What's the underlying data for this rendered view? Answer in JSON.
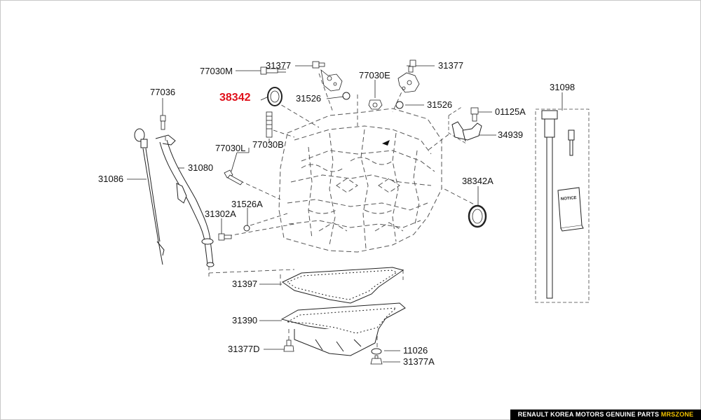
{
  "labels": {
    "p77030M": "77030M",
    "p31377a": "31377",
    "p31377b": "31377",
    "p77030E": "77030E",
    "p77036": "77036",
    "p38342": "38342",
    "p31526a": "31526",
    "p31526b": "31526",
    "p01125A": "01125A",
    "p34939": "34939",
    "p31098": "31098",
    "p77030L": "77030L",
    "p77030B": "77030B",
    "p31086": "31086",
    "p31080": "31080",
    "p31526A": "31526A",
    "p31302A": "31302A",
    "p38342A": "38342A",
    "p31397": "31397",
    "p31390": "31390",
    "p31377D": "31377D",
    "p11026": "11026",
    "p31377A": "31377A"
  },
  "notice_card_text": "NOTICE",
  "footer": {
    "main": "RENAULT KOREA MOTORS GENUINE PARTS",
    "brand": "MRSZONE"
  },
  "colors": {
    "highlight": "#e0101a",
    "line": "#222222",
    "footer_bg": "#000000",
    "brand": "#f2c200"
  }
}
